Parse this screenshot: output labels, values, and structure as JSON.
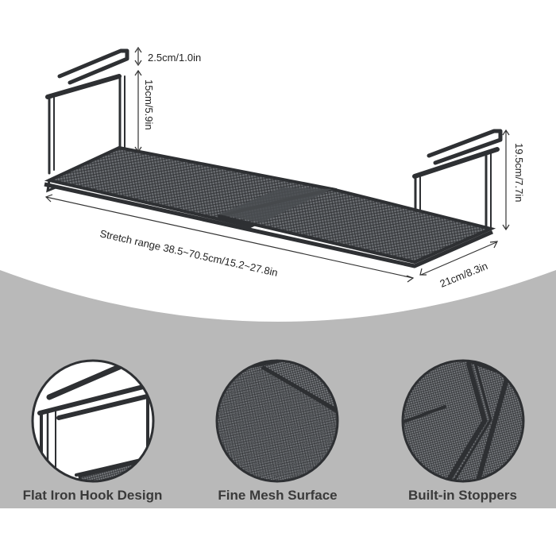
{
  "dimensions": {
    "hook_gap": "2.5cm/1.0in",
    "upright_height": "15cm/5.9in",
    "total_height": "19.5cm/7.7in",
    "stretch_range": "Stretch range 38.5~70.5cm/15.2~27.8in",
    "depth": "21cm/8.3in"
  },
  "features": [
    {
      "label": "Flat Iron Hook Design"
    },
    {
      "label": "Fine Mesh Surface"
    },
    {
      "label": "Built-in Stoppers"
    }
  ],
  "colors": {
    "background": "#ffffff",
    "backdrop_arc": "#b9b9b9",
    "frame": "#2e3033",
    "mesh_fill": "#5a5d61",
    "label_text": "#3a3a3a"
  }
}
